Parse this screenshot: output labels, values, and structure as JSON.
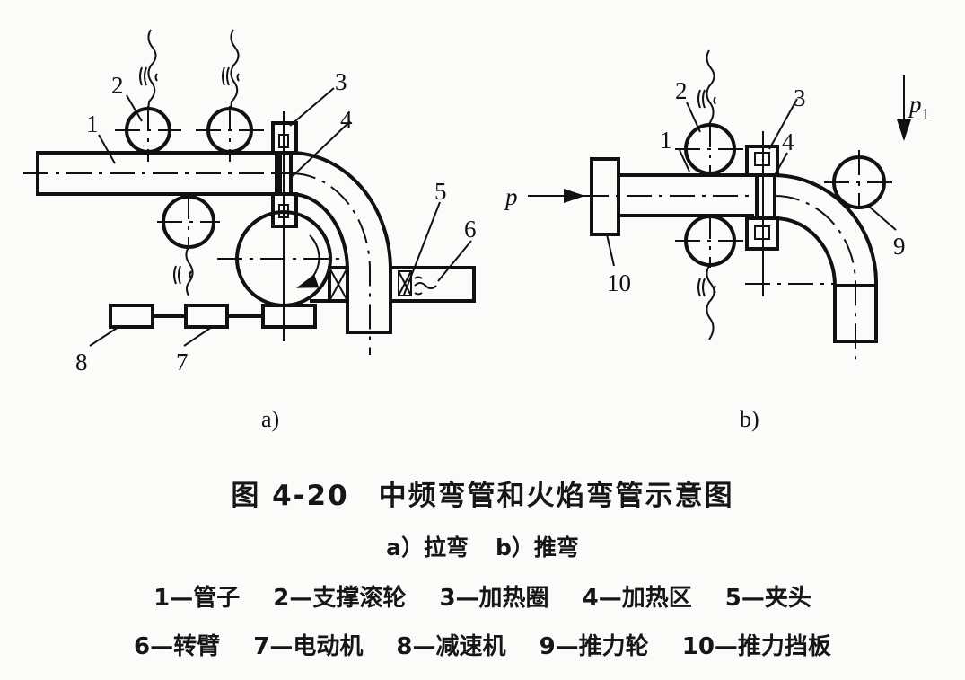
{
  "figure": {
    "panel_a": {
      "label": "a)",
      "callouts": [
        "1",
        "2",
        "3",
        "4",
        "5",
        "6",
        "7",
        "8"
      ]
    },
    "panel_b": {
      "label": "b)",
      "callouts": [
        "1",
        "2",
        "3",
        "4",
        "9",
        "10"
      ],
      "force_p": "p",
      "force_p1": "p",
      "force_p1_sub": "1"
    }
  },
  "caption": {
    "title": "图 4-20　中频弯管和火焰弯管示意图",
    "subtitle_a": "a）拉弯",
    "subtitle_b": "b）推弯",
    "legend": [
      {
        "num": "1",
        "name": "管子"
      },
      {
        "num": "2",
        "name": "支撑滚轮"
      },
      {
        "num": "3",
        "name": "加热圈"
      },
      {
        "num": "4",
        "name": "加热区"
      },
      {
        "num": "5",
        "name": "夹头"
      },
      {
        "num": "6",
        "name": "转臂"
      },
      {
        "num": "7",
        "name": "电动机"
      },
      {
        "num": "8",
        "name": "减速机"
      },
      {
        "num": "9",
        "name": "推力轮"
      },
      {
        "num": "10",
        "name": "推力挡板"
      }
    ],
    "dash": "—"
  }
}
